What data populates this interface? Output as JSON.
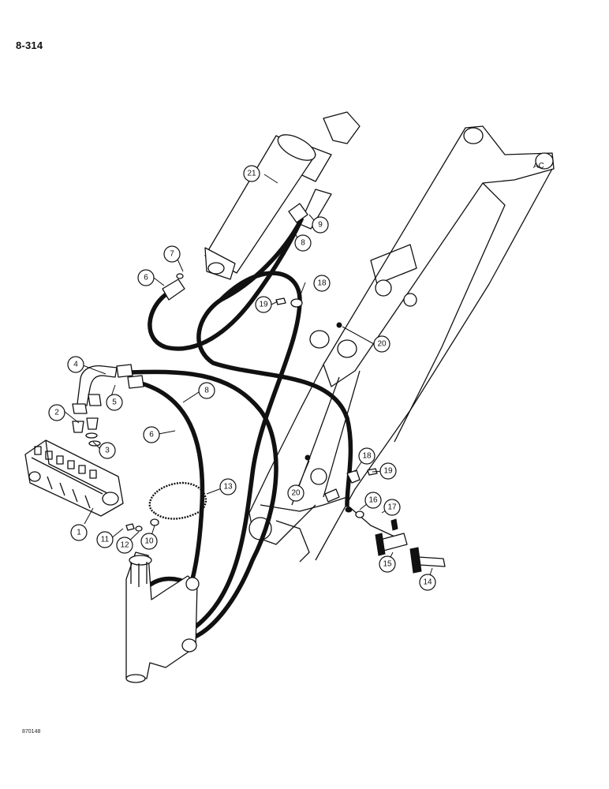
{
  "page": {
    "page_number": "8-314",
    "figure_code": "870148"
  },
  "callouts": [
    {
      "id": "1",
      "label": "1"
    },
    {
      "id": "2",
      "label": "2"
    },
    {
      "id": "3",
      "label": "3"
    },
    {
      "id": "4",
      "label": "4"
    },
    {
      "id": "5",
      "label": "5"
    },
    {
      "id": "6a",
      "label": "6"
    },
    {
      "id": "6b",
      "label": "6"
    },
    {
      "id": "7",
      "label": "7"
    },
    {
      "id": "8a",
      "label": "8"
    },
    {
      "id": "8b",
      "label": "8"
    },
    {
      "id": "9",
      "label": "9"
    },
    {
      "id": "10",
      "label": "10"
    },
    {
      "id": "11",
      "label": "11"
    },
    {
      "id": "12",
      "label": "12"
    },
    {
      "id": "13",
      "label": "13"
    },
    {
      "id": "14",
      "label": "14"
    },
    {
      "id": "15",
      "label": "15"
    },
    {
      "id": "16",
      "label": "16"
    },
    {
      "id": "17",
      "label": "17"
    },
    {
      "id": "18a",
      "label": "18"
    },
    {
      "id": "18b",
      "label": "18"
    },
    {
      "id": "19a",
      "label": "19"
    },
    {
      "id": "19b",
      "label": "19"
    },
    {
      "id": "20a",
      "label": "20"
    },
    {
      "id": "20b",
      "label": "20"
    },
    {
      "id": "21",
      "label": "21"
    }
  ]
}
